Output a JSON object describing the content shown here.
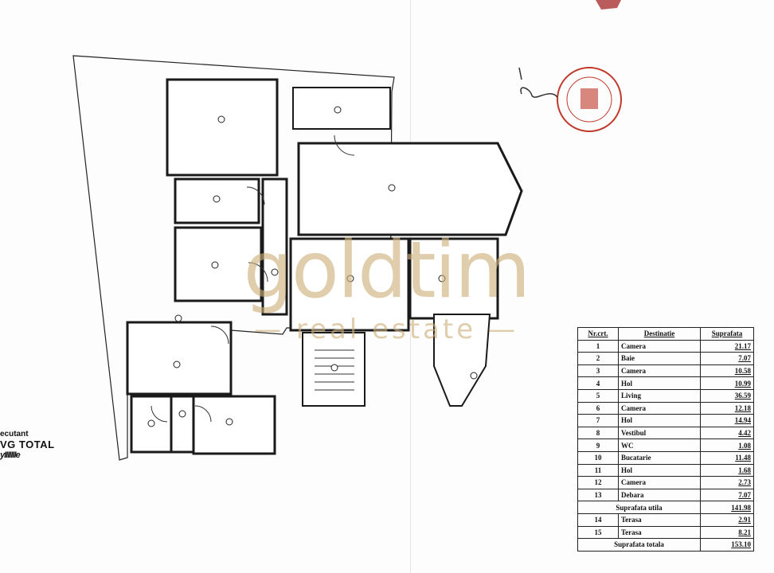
{
  "document": {
    "watermark": {
      "brand": "goldtim",
      "tagline": "real estate",
      "color": "#cdaf78"
    },
    "legend_left": {
      "line1": "ecutant",
      "line2": "VG TOTAL",
      "line3": "yIIIIIIIe"
    },
    "stamp_colors": {
      "stamp": "#c0392b"
    },
    "area_table": {
      "headers": {
        "nr": "Nr.crt.",
        "destinatie": "Destinatie",
        "suprafata": "Suprafata"
      },
      "rooms": [
        {
          "nr": "1",
          "name": "Camera",
          "area": "21.17"
        },
        {
          "nr": "2",
          "name": "Baie",
          "area": "7.07"
        },
        {
          "nr": "3",
          "name": "Camera",
          "area": "10.58"
        },
        {
          "nr": "4",
          "name": "Hol",
          "area": "10.99"
        },
        {
          "nr": "5",
          "name": "Living",
          "area": "36.59"
        },
        {
          "nr": "6",
          "name": "Camera",
          "area": "12.18"
        },
        {
          "nr": "7",
          "name": "Hol",
          "area": "14.94"
        },
        {
          "nr": "8",
          "name": "Vestibul",
          "area": "4.42"
        },
        {
          "nr": "9",
          "name": "WC",
          "area": "1.08"
        },
        {
          "nr": "10",
          "name": "Bucatarie",
          "area": "11.48"
        },
        {
          "nr": "11",
          "name": "Hol",
          "area": "1.68"
        },
        {
          "nr": "12",
          "name": "Camera",
          "area": "2.73"
        },
        {
          "nr": "13",
          "name": "Debara",
          "area": "7.07"
        }
      ],
      "useful_label": "Suprafata utila",
      "useful_value": "141.98",
      "terraces": [
        {
          "nr": "14",
          "name": "Terasa",
          "area": "2.91"
        },
        {
          "nr": "15",
          "name": "Terasa",
          "area": "8.21"
        }
      ],
      "total_label": "Suprafata totala",
      "total_value": "153.10"
    }
  }
}
